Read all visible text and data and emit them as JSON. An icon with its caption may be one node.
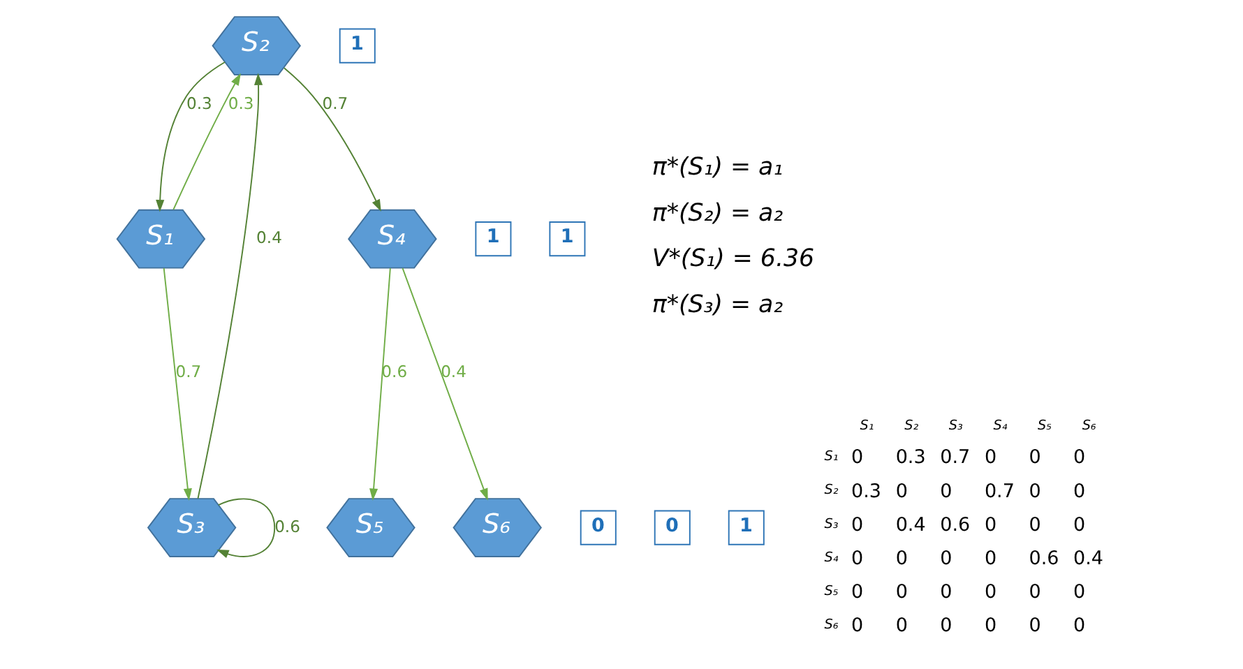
{
  "diagram": {
    "nodes": [
      {
        "text": [
          "S₅"
        ]
      },
      {
        "text": [
          "0"
        ]
      },
      {
        "text": [
          "0"
        ]
      },
      {
        "text": [
          "S₆"
        ]
      },
      {
        "text": [
          "S₄"
        ]
      },
      {
        "text": [
          "1"
        ]
      },
      {
        "text": [
          "1"
        ]
      },
      {
        "text": [
          "S₁"
        ]
      },
      {
        "text": [
          "S₃"
        ]
      },
      {
        "text": [
          "1"
        ]
      },
      {
        "text": [
          "S₂"
        ]
      },
      {
        "text": [
          "1"
        ]
      }
    ],
    "edges": [
      {
        "from": 4,
        "to": 0,
        "arrow": "to",
        "label": "0.6",
        "color": "#70ad47"
      },
      {
        "from": 4,
        "to": 3,
        "arrow": "to",
        "label": "0.4",
        "color": "#70ad47"
      },
      {
        "from": 10,
        "to": 4,
        "arrow": "to",
        "label": "0.7",
        "color": "#548235"
      },
      {
        "from": 7,
        "to": 8,
        "arrow": "to",
        "label": "0.7",
        "color": "#70ad47"
      },
      {
        "from": 7,
        "to": 10,
        "arrow": "to",
        "label": "0.3",
        "color": "#70ad47"
      },
      {
        "from": 10,
        "to": 7,
        "arrow": "to",
        "label": "0.3",
        "color": "#548235"
      },
      {
        "from": 8,
        "to": 10,
        "arrow": "to",
        "label": "0.4",
        "color": "#548235"
      },
      {
        "from": 8,
        "to": 8,
        "arrow": "to",
        "label": "0.6",
        "color": "#548235"
      }
    ],
    "labels": [
      "π*(S₁) = a₁",
      "π*(S₂) = a₂",
      "V*(S₁) = 6.36",
      "π*(S₃) = a₂",
      "S₁",
      "S₂",
      "S₃",
      "S₄",
      "S₅",
      "S₆",
      "S₁",
      "0",
      "0.3",
      "0.7",
      "0",
      "0",
      "0",
      "S₂",
      "0.3",
      "0",
      "0",
      "0.7",
      "0",
      "0",
      "S₃",
      "0",
      "0.4",
      "0.6",
      "0",
      "0",
      "0",
      "S₄",
      "0",
      "0",
      "0",
      "0",
      "0.6",
      "0.4",
      "S₅",
      "0",
      "0",
      "0",
      "0",
      "0",
      "0",
      "S₆",
      "0",
      "0",
      "0",
      "0",
      "0",
      "0"
    ]
  }
}
